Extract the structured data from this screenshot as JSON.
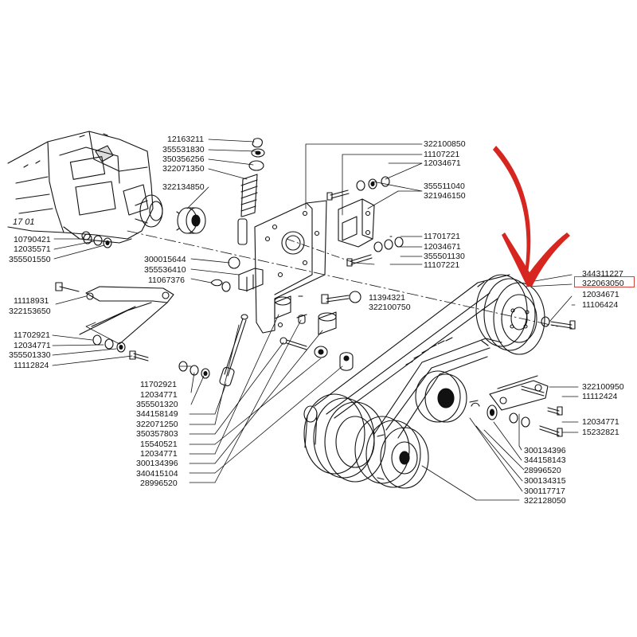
{
  "colors": {
    "ink": "#111111",
    "highlight": "#d8413a",
    "arrow": "#d7261f"
  },
  "diagram": {
    "corner_label": "17 01",
    "highlighted_part": "322063050",
    "labels": [
      {
        "id": "p12163211",
        "text": "12163211"
      },
      {
        "id": "p355531830",
        "text": "355531830"
      },
      {
        "id": "p350356256",
        "text": "350356256"
      },
      {
        "id": "p322071350",
        "text": "322071350"
      },
      {
        "id": "p322134850",
        "text": "322134850"
      },
      {
        "id": "p322100850a",
        "text": "322100850"
      },
      {
        "id": "p11107221a",
        "text": "11107221"
      },
      {
        "id": "p12034671a",
        "text": "12034671"
      },
      {
        "id": "p355511040",
        "text": "355511040"
      },
      {
        "id": "p321946150",
        "text": "321946150"
      },
      {
        "id": "p11701721",
        "text": "11701721"
      },
      {
        "id": "p12034671b",
        "text": "12034671"
      },
      {
        "id": "p355501130",
        "text": "355501130"
      },
      {
        "id": "p11107221b",
        "text": "11107221"
      },
      {
        "id": "p10790421",
        "text": "10790421"
      },
      {
        "id": "p12035571",
        "text": "12035571"
      },
      {
        "id": "p355501550",
        "text": "355501550"
      },
      {
        "id": "p300015644",
        "text": "300015644"
      },
      {
        "id": "p355536410",
        "text": "355536410"
      },
      {
        "id": "p11067376",
        "text": "11067376"
      },
      {
        "id": "p11118931",
        "text": "11118931"
      },
      {
        "id": "p322153650",
        "text": "322153650"
      },
      {
        "id": "p11394321",
        "text": "11394321"
      },
      {
        "id": "p322100750",
        "text": "322100750"
      },
      {
        "id": "p344311227",
        "text": "344311227"
      },
      {
        "id": "p322063050",
        "text": "322063050"
      },
      {
        "id": "p12034671c",
        "text": "12034671"
      },
      {
        "id": "p11106424",
        "text": "11106424"
      },
      {
        "id": "p11702921a",
        "text": "11702921"
      },
      {
        "id": "p12034771a",
        "text": "12034771"
      },
      {
        "id": "p355501330",
        "text": "355501330"
      },
      {
        "id": "p11112824",
        "text": "11112824"
      },
      {
        "id": "p11702921b",
        "text": "11702921"
      },
      {
        "id": "p12034771b",
        "text": "12034771"
      },
      {
        "id": "p355501320",
        "text": "355501320"
      },
      {
        "id": "p344158149",
        "text": "344158149"
      },
      {
        "id": "p322071250",
        "text": "322071250"
      },
      {
        "id": "p350357803",
        "text": "350357803"
      },
      {
        "id": "p15540521",
        "text": "15540521"
      },
      {
        "id": "p12034771c",
        "text": "12034771"
      },
      {
        "id": "p300134396a",
        "text": "300134396"
      },
      {
        "id": "p340415104",
        "text": "340415104"
      },
      {
        "id": "p28996520a",
        "text": "28996520"
      },
      {
        "id": "p322100950",
        "text": "322100950"
      },
      {
        "id": "p11112424",
        "text": "11112424"
      },
      {
        "id": "p12034771d",
        "text": "12034771"
      },
      {
        "id": "p15232821",
        "text": "15232821"
      },
      {
        "id": "p300134396b",
        "text": "300134396"
      },
      {
        "id": "p344158143",
        "text": "344158143"
      },
      {
        "id": "p28996520b",
        "text": "28996520"
      },
      {
        "id": "p300134315",
        "text": "300134315"
      },
      {
        "id": "p300117717",
        "text": "300117717"
      },
      {
        "id": "p322128050",
        "text": "322128050"
      }
    ]
  }
}
